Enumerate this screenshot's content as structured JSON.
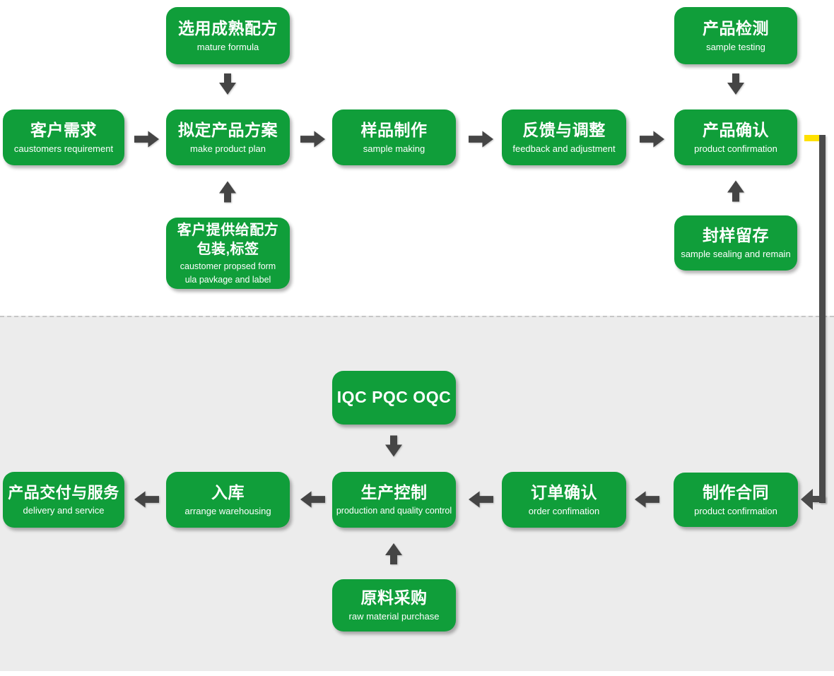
{
  "colors": {
    "node_green": "#109e3a",
    "arrow_gray": "#454545",
    "connector_yellow": "#ffe100",
    "divider_gray": "#c6c6c6",
    "section_bottom_bg": "#ececec",
    "section_top_bg": "#ffffff",
    "node_text": "#ffffff"
  },
  "nodes": {
    "mature_formula": {
      "zh": "选用成熟配方",
      "en": "mature formula"
    },
    "sample_testing": {
      "zh": "产品检测",
      "en": "sample testing"
    },
    "customer_requirement": {
      "zh": "客户需求",
      "en": "caustomers requirement"
    },
    "make_product_plan": {
      "zh": "拟定产品方案",
      "en": "make product plan"
    },
    "sample_making": {
      "zh": "样品制作",
      "en": "sample making"
    },
    "feedback_adjustment": {
      "zh": "反馈与调整",
      "en": "feedback and adjustment"
    },
    "product_confirmation": {
      "zh": "产品确认",
      "en": "product confirmation"
    },
    "customer_formula": {
      "zh_line1": "客户提供给配方",
      "zh_line2": "包装,标签",
      "en_line1": "caustomer propsed form",
      "en_line2": "ula pavkage and label"
    },
    "sample_sealing": {
      "zh": "封样留存",
      "en": "sample sealing and remain"
    },
    "iqc_pqc_oqc": {
      "zh": "IQC PQC OQC"
    },
    "delivery_service": {
      "zh": "产品交付与服务",
      "en": "delivery and service"
    },
    "warehousing": {
      "zh": "入库",
      "en": "arrange warehousing"
    },
    "production_control": {
      "zh": "生产控制",
      "en": "production and quality control"
    },
    "order_confirmation": {
      "zh": "订单确认",
      "en": "order confimation"
    },
    "contract_making": {
      "zh": "制作合同",
      "en": "product confirmation"
    },
    "raw_material_purchase": {
      "zh": "原料采购",
      "en": "raw material purchase"
    }
  }
}
